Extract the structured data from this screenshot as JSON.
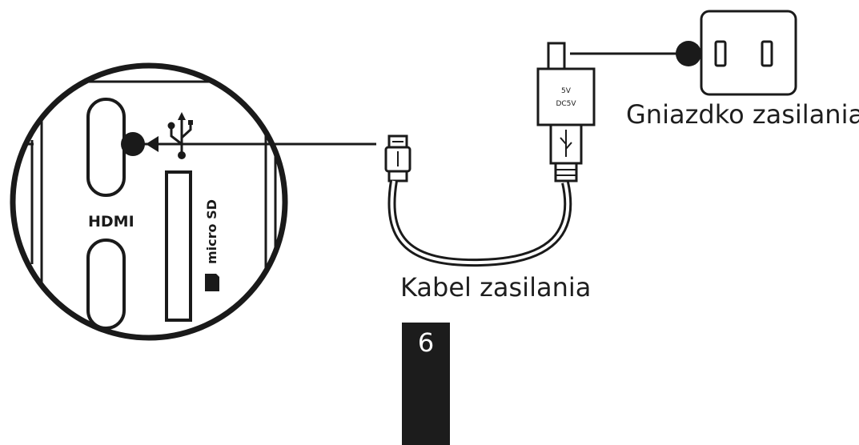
{
  "labels": {
    "outlet": "Gniazdko zasilania",
    "cable": "Kabel zasilania",
    "hdmi": "HDMI",
    "microsd": "micro SD",
    "adapter_line1": "5V",
    "adapter_line2": "DC5V"
  },
  "page_number": "6",
  "icons": [
    "usb-icon",
    "arrow-left-icon",
    "microsd-card-icon"
  ],
  "colors": {
    "line": "#1a1a1a",
    "page_tab": "#1c1c1c",
    "text": "#1e1e1e"
  }
}
